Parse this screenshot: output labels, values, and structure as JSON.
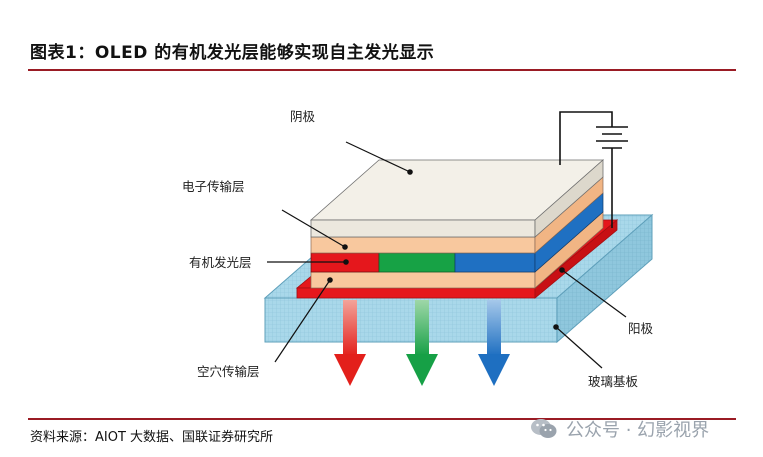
{
  "title": "图表1：OLED 的有机发光层能够实现自主发光显示",
  "labels": {
    "cathode": "阴极",
    "electron_transport": "电子传输层",
    "emissive": "有机发光层",
    "anode": "阳极",
    "hole_transport": "空穴传输层",
    "glass": "玻璃基板"
  },
  "source": "资料来源：AIOT 大数据、国联证券研究所",
  "watermark": "公众号 · 幻影视界",
  "colors": {
    "accent_rule": "#9a1b24",
    "cathode": "#f2efe7",
    "transport": "#f8c79c",
    "red": "#e8161b",
    "green": "#17a245",
    "blue": "#1f70c2",
    "glass": "#a8d6e8"
  }
}
